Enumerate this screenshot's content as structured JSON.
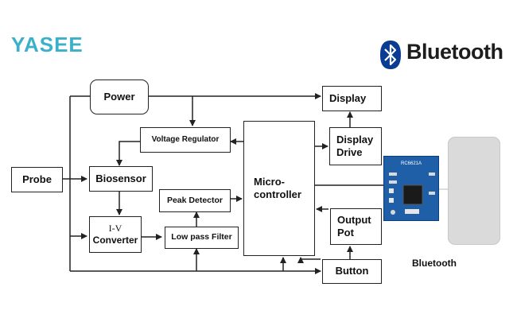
{
  "logos": {
    "yasee": "YASEE",
    "bluetooth": "Bluetooth"
  },
  "blocks": {
    "power": "Power",
    "voltage_regulator": "Voltage Regulator",
    "probe": "Probe",
    "biosensor": "Biosensor",
    "peak_detector": "Peak Detector",
    "iv_line1": "I-V",
    "iv_line2": "Converter",
    "low_pass_filter": "Low pass Filter",
    "micro_line1": "Micro-",
    "micro_line2": "controller",
    "display": "Display",
    "display_drive_line1": "Display",
    "display_drive_line2": "Drive",
    "output_pot_line1": "Output",
    "output_pot_line2": "Pot",
    "button": "Button"
  },
  "module_label": "RC6621A",
  "bluetooth_caption": "Bluetooth",
  "colors": {
    "yasee_blue": "#3bb0c9",
    "yasee_green": "#7cc242",
    "bluetooth_badge": "#0a3d91",
    "module_blue": "#1f5fa8",
    "phone_gray": "#dadada"
  }
}
